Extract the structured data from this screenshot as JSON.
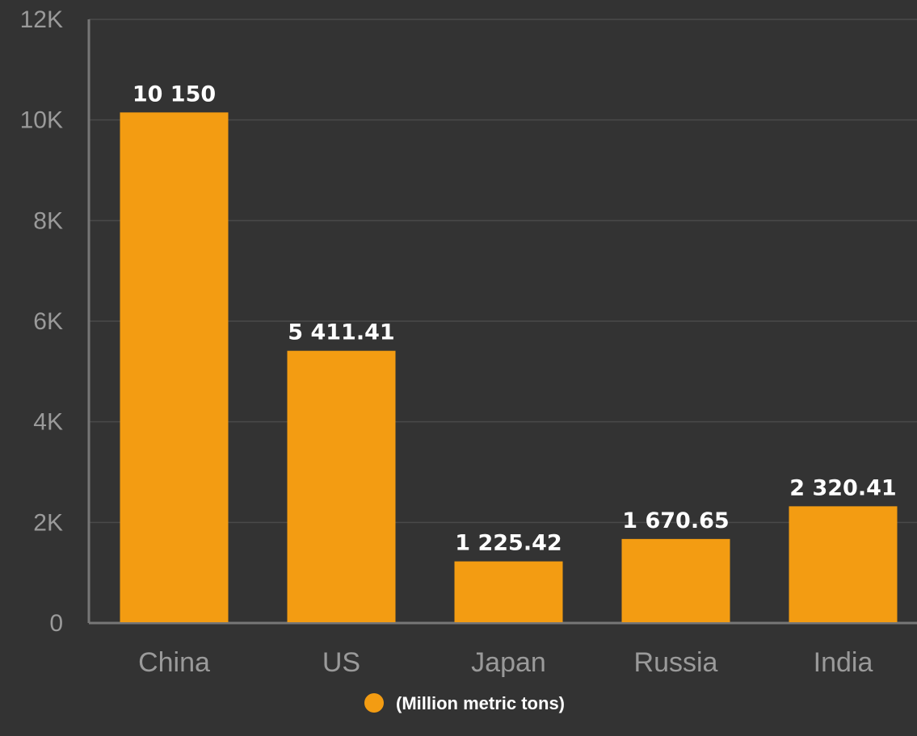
{
  "chart_data": {
    "type": "bar",
    "categories": [
      "China",
      "US",
      "Japan",
      "Russia",
      "India"
    ],
    "series": [
      {
        "name": "(Million metric tons)",
        "values": [
          10150,
          5411.41,
          1225.42,
          1670.65,
          2320.41
        ]
      }
    ],
    "data_labels": [
      "10 150",
      "5 411.41",
      "1 225.42",
      "1 670.65",
      "2 320.41"
    ],
    "y_ticks": [
      0,
      2000,
      4000,
      6000,
      8000,
      10000,
      12000
    ],
    "y_tick_labels": [
      "0",
      "2K",
      "4K",
      "6K",
      "8K",
      "10K",
      "12K"
    ],
    "ylim": [
      0,
      12000
    ],
    "grid": true,
    "legend_position": "bottom",
    "colors": {
      "bar": "#f39c12",
      "background": "#333333",
      "grid": "#4a4a4a",
      "axis": "#777777"
    }
  }
}
